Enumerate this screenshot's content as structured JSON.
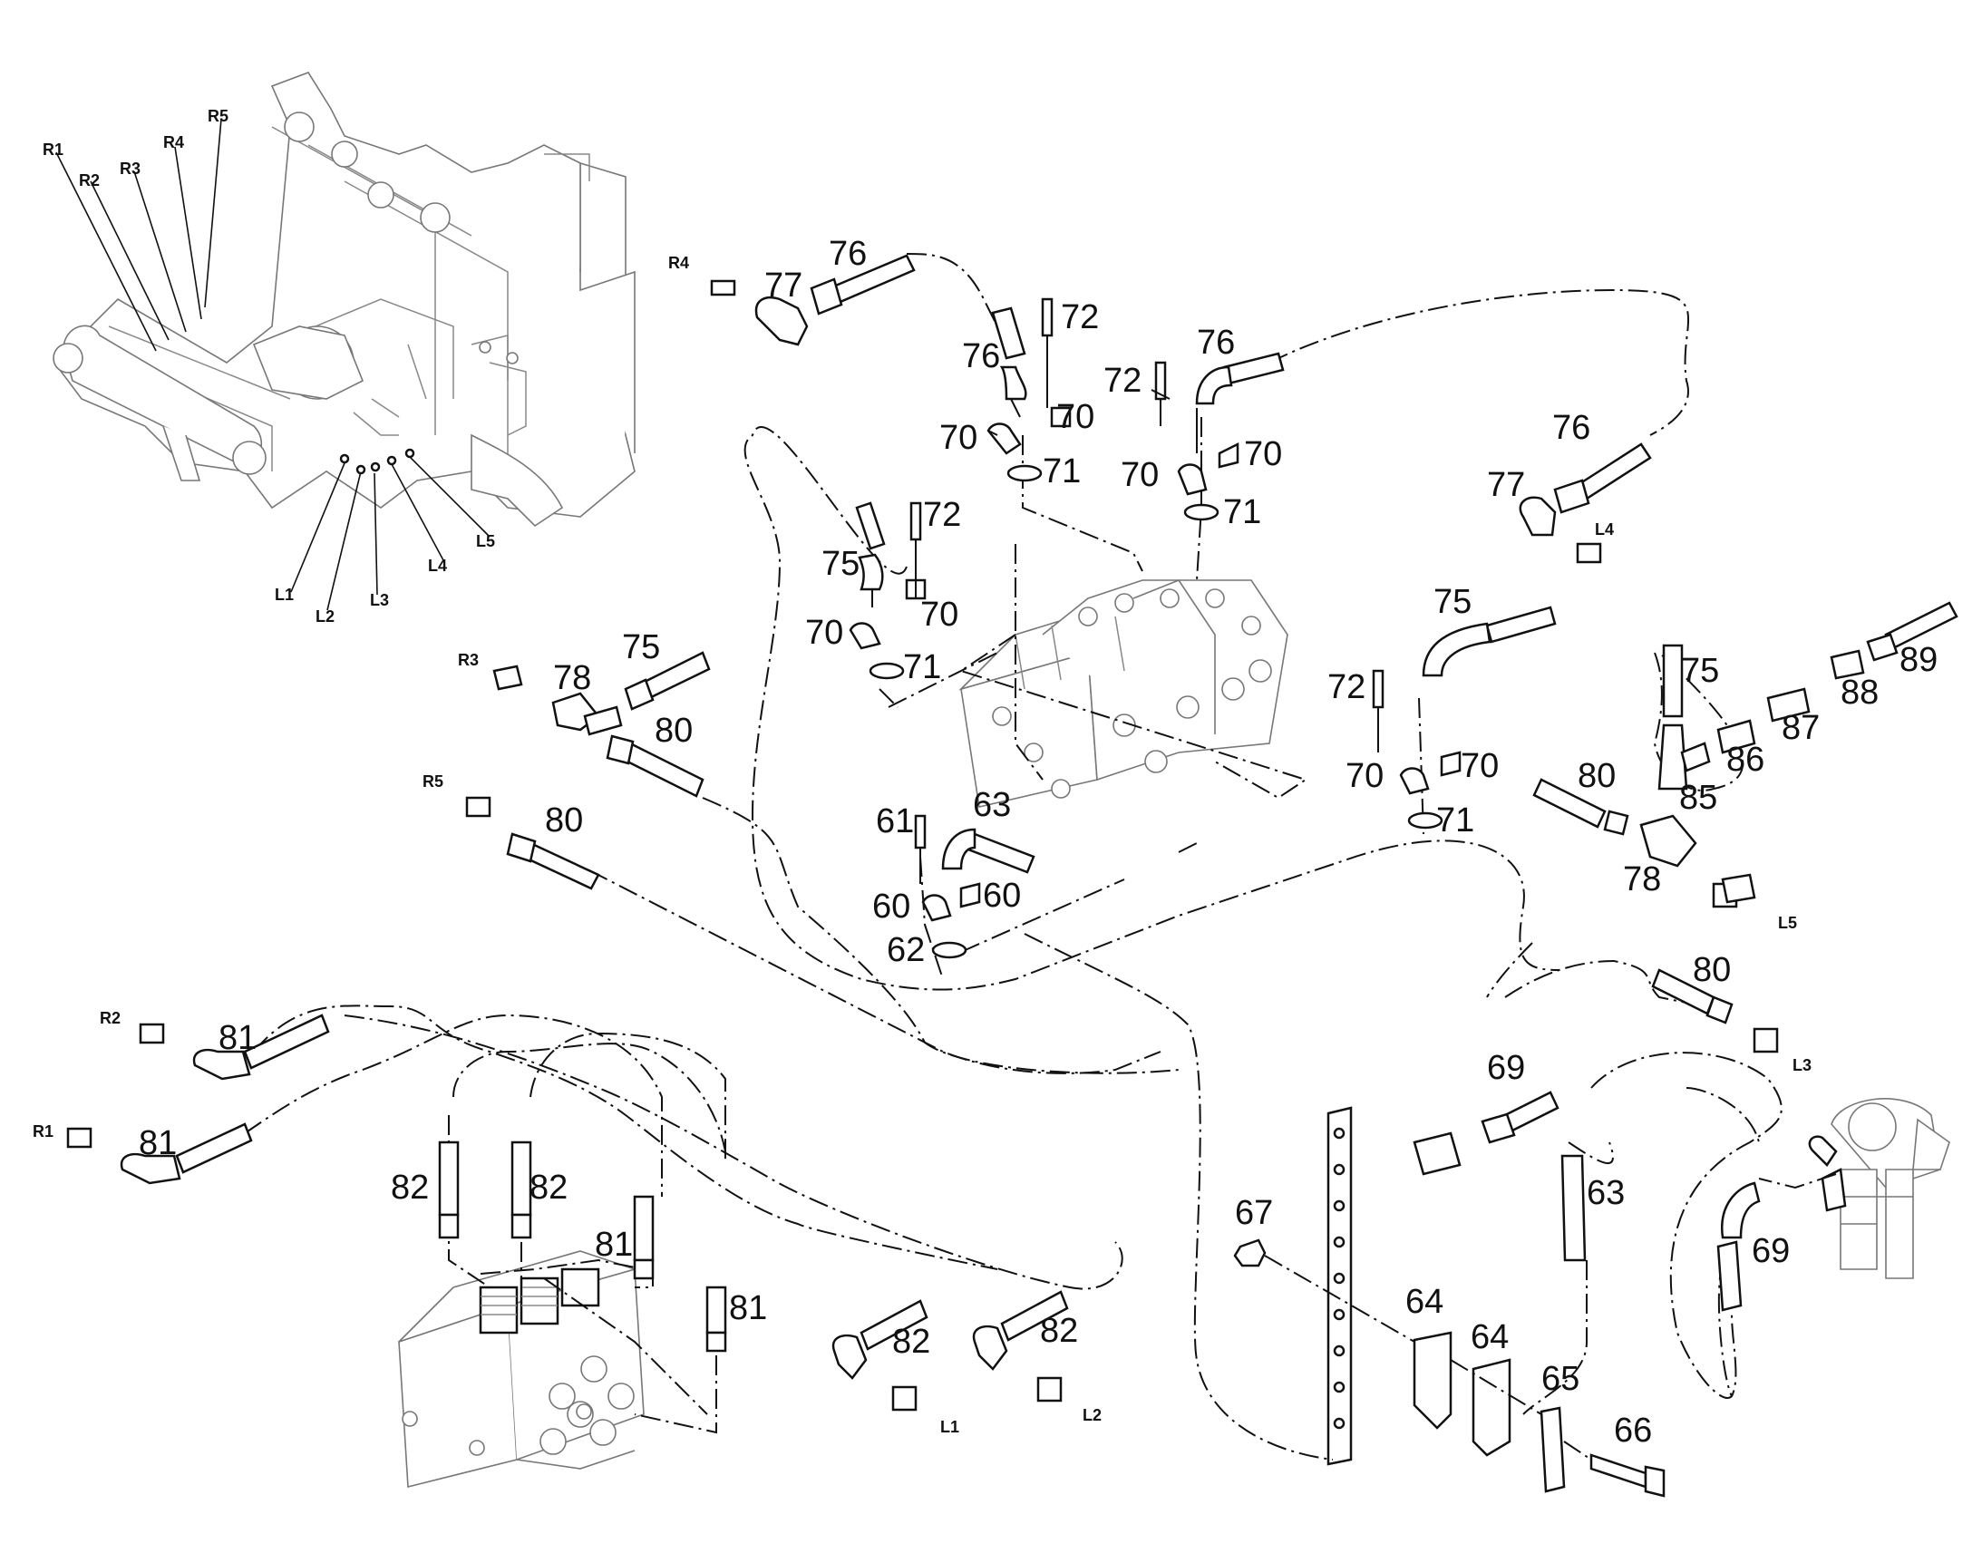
{
  "diagram": {
    "callouts": [
      {
        "id": "c76a",
        "text": "76"
      },
      {
        "id": "c77a",
        "text": "77"
      },
      {
        "id": "c76b",
        "text": "76"
      },
      {
        "id": "c72a",
        "text": "72"
      },
      {
        "id": "c70a",
        "text": "70"
      },
      {
        "id": "c70b",
        "text": "70"
      },
      {
        "id": "c71a",
        "text": "71"
      },
      {
        "id": "c76c",
        "text": "76"
      },
      {
        "id": "c72b",
        "text": "72"
      },
      {
        "id": "c70c",
        "text": "70"
      },
      {
        "id": "c70d",
        "text": "70"
      },
      {
        "id": "c71b",
        "text": "71"
      },
      {
        "id": "c76d",
        "text": "76"
      },
      {
        "id": "c77b",
        "text": "77"
      },
      {
        "id": "c75a",
        "text": "75"
      },
      {
        "id": "c72c",
        "text": "72"
      },
      {
        "id": "c70e",
        "text": "70"
      },
      {
        "id": "c70f",
        "text": "70"
      },
      {
        "id": "c71c",
        "text": "71"
      },
      {
        "id": "c78a",
        "text": "78"
      },
      {
        "id": "c75b",
        "text": "75"
      },
      {
        "id": "c80a",
        "text": "80"
      },
      {
        "id": "c80b",
        "text": "80"
      },
      {
        "id": "c61",
        "text": "61"
      },
      {
        "id": "c63a",
        "text": "63"
      },
      {
        "id": "c60a",
        "text": "60"
      },
      {
        "id": "c60b",
        "text": "60"
      },
      {
        "id": "c62",
        "text": "62"
      },
      {
        "id": "c75c",
        "text": "75"
      },
      {
        "id": "c72d",
        "text": "72"
      },
      {
        "id": "c70g",
        "text": "70"
      },
      {
        "id": "c70h",
        "text": "70"
      },
      {
        "id": "c71d",
        "text": "71"
      },
      {
        "id": "c75d",
        "text": "75"
      },
      {
        "id": "c89",
        "text": "89"
      },
      {
        "id": "c88",
        "text": "88"
      },
      {
        "id": "c87",
        "text": "87"
      },
      {
        "id": "c86",
        "text": "86"
      },
      {
        "id": "c85",
        "text": "85"
      },
      {
        "id": "c80c",
        "text": "80"
      },
      {
        "id": "c78b",
        "text": "78"
      },
      {
        "id": "c80d",
        "text": "80"
      },
      {
        "id": "c81a",
        "text": "81"
      },
      {
        "id": "c81b",
        "text": "81"
      },
      {
        "id": "c82a",
        "text": "82"
      },
      {
        "id": "c82b",
        "text": "82"
      },
      {
        "id": "c81c",
        "text": "81"
      },
      {
        "id": "c81d",
        "text": "81"
      },
      {
        "id": "c82c",
        "text": "82"
      },
      {
        "id": "c82d",
        "text": "82"
      },
      {
        "id": "c69a",
        "text": "69"
      },
      {
        "id": "c63b",
        "text": "63"
      },
      {
        "id": "c69b",
        "text": "69"
      },
      {
        "id": "c67",
        "text": "67"
      },
      {
        "id": "c64a",
        "text": "64"
      },
      {
        "id": "c64b",
        "text": "64"
      },
      {
        "id": "c65",
        "text": "65"
      },
      {
        "id": "c66",
        "text": "66"
      }
    ],
    "port_labels": [
      {
        "id": "pR1",
        "text": "R1"
      },
      {
        "id": "pR2",
        "text": "R2"
      },
      {
        "id": "pR3",
        "text": "R3"
      },
      {
        "id": "pR4",
        "text": "R4"
      },
      {
        "id": "pR5",
        "text": "R5"
      },
      {
        "id": "pL1",
        "text": "L1"
      },
      {
        "id": "pL2",
        "text": "L2"
      },
      {
        "id": "pL3",
        "text": "L3"
      },
      {
        "id": "pL4",
        "text": "L4"
      },
      {
        "id": "pL5",
        "text": "L5"
      },
      {
        "id": "hR4",
        "text": "R4"
      },
      {
        "id": "hR3",
        "text": "R3"
      },
      {
        "id": "hR5",
        "text": "R5"
      },
      {
        "id": "hR2",
        "text": "R2"
      },
      {
        "id": "hR1",
        "text": "R1"
      },
      {
        "id": "hL4",
        "text": "L4"
      },
      {
        "id": "hL5",
        "text": "L5"
      },
      {
        "id": "hL3",
        "text": "L3"
      },
      {
        "id": "hL1",
        "text": "L1"
      },
      {
        "id": "hL2",
        "text": "L2"
      }
    ]
  }
}
